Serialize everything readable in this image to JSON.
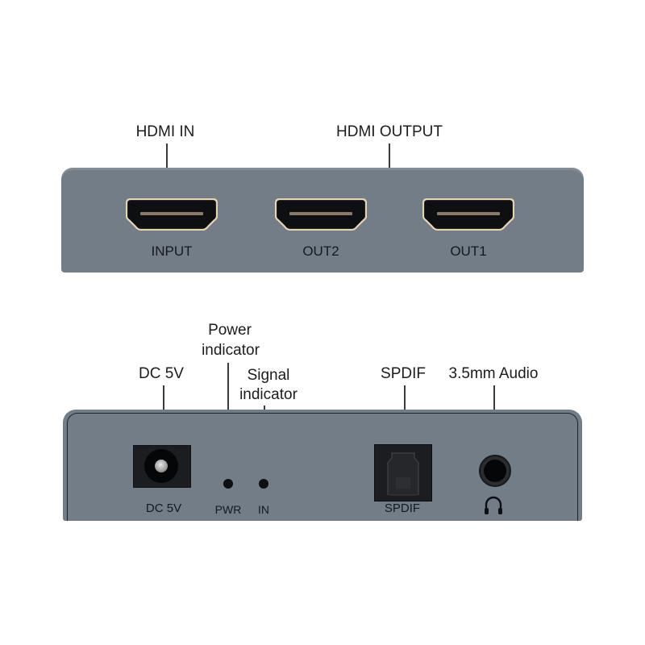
{
  "top_panel": {
    "callouts": {
      "hdmi_in": "HDMI IN",
      "hdmi_output": "HDMI OUTPUT"
    },
    "ports": [
      {
        "id": "input",
        "label": "INPUT",
        "type": "hdmi"
      },
      {
        "id": "out2",
        "label": "OUT2",
        "type": "hdmi"
      },
      {
        "id": "out1",
        "label": "OUT1",
        "type": "hdmi"
      }
    ]
  },
  "bottom_panel": {
    "callouts": {
      "dc": "DC 5V",
      "power_indicator_line1": "Power",
      "power_indicator_line2": "indicator",
      "signal_indicator_line1": "Signal",
      "signal_indicator_line2": "indicator",
      "spdif": "SPDIF",
      "audio": "3.5mm Audio"
    },
    "ports": [
      {
        "id": "dc",
        "label": "DC 5V",
        "type": "dc-barrel-jack"
      },
      {
        "id": "pwr",
        "label": "PWR",
        "type": "led"
      },
      {
        "id": "in",
        "label": "IN",
        "type": "led"
      },
      {
        "id": "spdif",
        "label": "SPDIF",
        "type": "optical-toslink"
      },
      {
        "id": "audio",
        "label": "",
        "icon": "headphones-icon",
        "type": "3.5mm-jack"
      }
    ]
  },
  "colors": {
    "panel": "#737d88",
    "port_black": "#0d0f12",
    "hdmi_rim": "#e8d5b0",
    "text": "#1c1c1c"
  }
}
